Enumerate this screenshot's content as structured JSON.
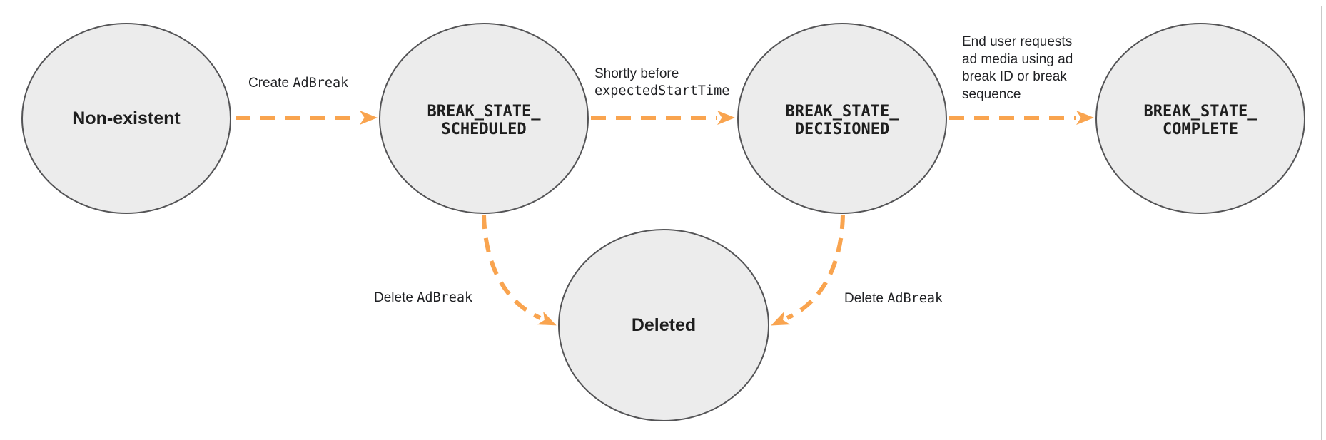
{
  "diagram": {
    "type": "state-diagram",
    "colors": {
      "accent_orange": "#F9A44F",
      "node_fill": "#ECECEC",
      "node_stroke": "#545456",
      "label_text": "#202124",
      "node_text": "#1E1E1E",
      "page_divider": "#C9C9C9"
    },
    "nodes": [
      {
        "id": "non-existent",
        "label": "Non-existent"
      },
      {
        "id": "break-state-scheduled",
        "label": "BREAK_STATE_\nSCHEDULED"
      },
      {
        "id": "break-state-decisioned",
        "label": "BREAK_STATE_\nDECISIONED"
      },
      {
        "id": "break-state-complete",
        "label": "BREAK_STATE_\nCOMPLETE"
      },
      {
        "id": "deleted",
        "label": "Deleted"
      }
    ],
    "edges": [
      {
        "from": "non-existent",
        "to": "break-state-scheduled",
        "label_text": "Create ",
        "label_code": "AdBreak"
      },
      {
        "from": "break-state-scheduled",
        "to": "break-state-decisioned",
        "label_text": "Shortly before",
        "label_code": "expectedStartTime"
      },
      {
        "from": "break-state-decisioned",
        "to": "break-state-complete",
        "label_text": "End user requests\nad media using ad\nbreak ID or break\nsequence",
        "label_code": ""
      },
      {
        "from": "break-state-scheduled",
        "to": "deleted",
        "label_text": "Delete ",
        "label_code": "AdBreak"
      },
      {
        "from": "break-state-decisioned",
        "to": "deleted",
        "label_text": "Delete ",
        "label_code": "AdBreak"
      }
    ]
  }
}
